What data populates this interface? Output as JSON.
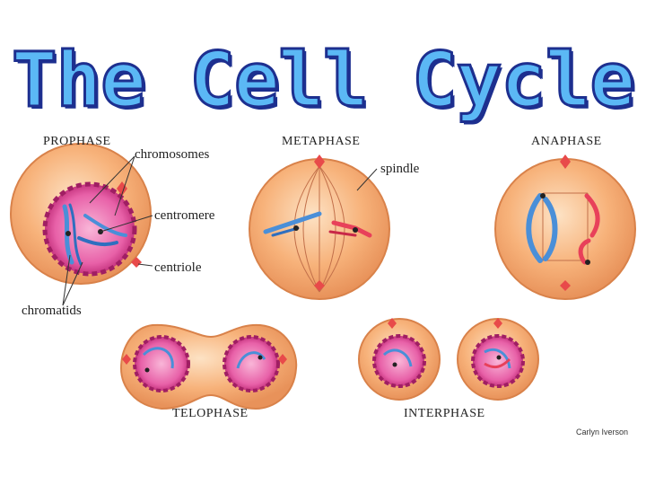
{
  "title": "The Cell Cycle",
  "phases": {
    "prophase": "PROPHASE",
    "metaphase": "METAPHASE",
    "anaphase": "ANAPHASE",
    "telophase": "TELOPHASE",
    "interphase": "INTERPHASE"
  },
  "parts": {
    "chromosomes": "chromosomes",
    "centromere": "centromere",
    "centriole": "centriole",
    "chromatids": "chromatids",
    "spindle": "spindle"
  },
  "credit": "Carlyn Iverson",
  "colors": {
    "title_fill": "#5bb8f5",
    "title_outline": "#1d2f8f",
    "cell_fill": "#f7b27a",
    "cell_edge": "#e0894a",
    "nucleus": "#e0449a",
    "chromosome_blue": "#4a8fd8",
    "chromosome_red": "#e8405a"
  }
}
